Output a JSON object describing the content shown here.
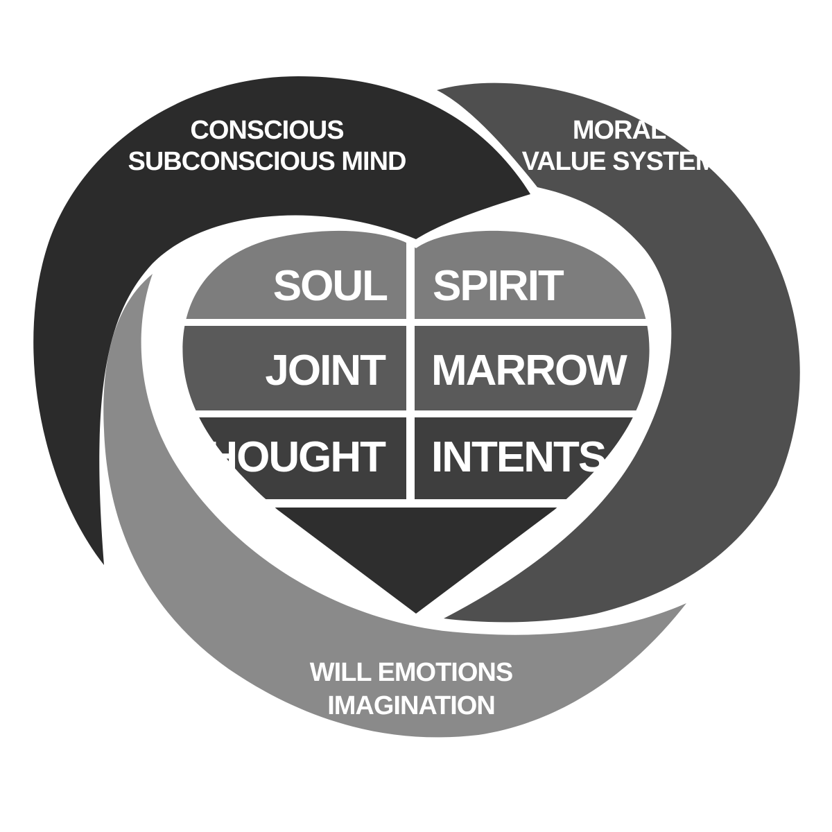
{
  "outer_labels": {
    "top_left": [
      "CONSCIOUS",
      "SUBCONSCIOUS MIND"
    ],
    "top_right": [
      "MORAL",
      "VALUE SYSTEM"
    ],
    "bottom": [
      "WILL EMOTIONS",
      "IMAGINATION"
    ]
  },
  "heart_cells": {
    "soul": "SOUL",
    "spirit": "SPIRIT",
    "joint": "JOINT",
    "marrow": "MARROW",
    "thought": "THOUGHT",
    "intents": "INTENTS"
  },
  "colors": {
    "background": "#ffffff",
    "band_top_left": "#2b2b2b",
    "band_top_right": "#4f4f4f",
    "band_bottom": "#8a8a8a",
    "cell_light": "#7d7d7d",
    "cell_mid": "#5a5a5a",
    "cell_dark": "#3e3e3e",
    "text": "#ffffff"
  }
}
